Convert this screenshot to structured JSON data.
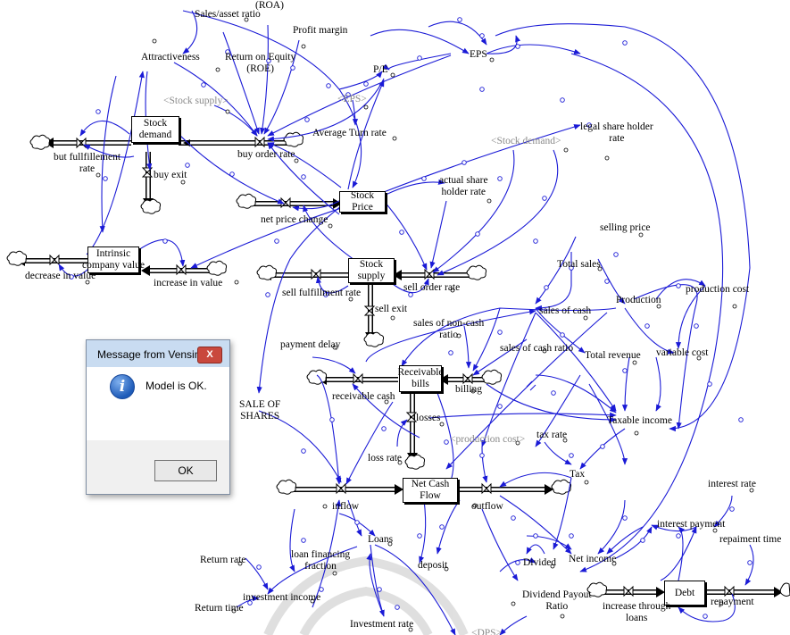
{
  "diagram": {
    "stocks": {
      "stock_demand": "Stock\ndemand",
      "stock_price": "Stock Price",
      "intrinsic_value": "Intrinsic\ncompany value",
      "stock_supply": "Stock supply",
      "receivable_bills": "Receivable\nbills",
      "net_cash_flow": "Net Cash Flow",
      "debt": "Debt"
    },
    "labels": {
      "sales_asset_ratio": "Sales/asset ratio",
      "roa": "(ROA)",
      "profit_margin": "Profit margin",
      "eps": "EPS",
      "attractiveness": "Attractiveness",
      "roe": "Return on Equity\n(ROE)",
      "pe": "P/E",
      "shadow_stock_supply": "<Stock supply>",
      "shadow_eps": "<EPS>",
      "average_turn_rate": "Average Turn rate",
      "legal_share_holder_rate": "legal share holder\nrate",
      "shadow_stock_demand": "<Stock demand>",
      "but_fullfillement_rate": "but fullfillement\nrate",
      "buy_order_rate": "buy order rate",
      "buy_exit": "buy exit",
      "actual_share_holder_rate": "actual share\nholder rate",
      "net_price_change": "net price change",
      "selling_price": "selling price",
      "decrease_in_value": "decrease in value",
      "increase_in_value": "increase in value",
      "total_sales": "Total sales",
      "sell_order_rate": "sell order rate",
      "sell_fulfillment_rate": "sell fulfillment rate",
      "production_cost": "production cost",
      "production": "Production",
      "sell_exit": "sell exit",
      "sales_of_cash": "sales of cash",
      "sales_non_cash_ratio": "sales of non-cash\nratio",
      "payment_delay": "payment delay",
      "sales_of_cash_ratio": "sales of cash ratio",
      "variable_cost": "variable cost",
      "total_revenue": "Total revenue",
      "receivable_cash": "receivable cash",
      "billing": "billing",
      "sale_of_shares": "SALE OF\nSHARES",
      "taxable_income": "Taxable income",
      "losses": "losses",
      "shadow_production_cost": "<production cost>",
      "tax_rate": "tax rate",
      "loss_rate": "loss rate",
      "tax": "Tax",
      "interest_rate": "interest rate",
      "inflow": "inflow",
      "outflow": "outflow",
      "interest_payment": "interest payment",
      "loans": "Loans",
      "repaiment_time": "repaiment time",
      "return_rate": "Return rate",
      "loan_financing_fraction": "loan financing\nfraction",
      "deposit": "deposit",
      "divided": "Divided",
      "net_income": "Net income",
      "investment_income": "investment income",
      "dividend_payout_ratio": "Dividend Payout\nRatio",
      "increase_through_loans": "increase through\nloans",
      "repayment": "repayment",
      "return_time": "Return time",
      "investment_rate": "Investment rate",
      "shadow_dps": "<DPS>"
    },
    "colors": {
      "link": "#1a1ad6",
      "flow": "#000000",
      "shadow_text": "#8a8a8a"
    }
  },
  "dialog": {
    "title": "Message from Vensim",
    "close_label": "X",
    "icon": "info-icon",
    "message": "Model is OK.",
    "ok_label": "OK"
  }
}
